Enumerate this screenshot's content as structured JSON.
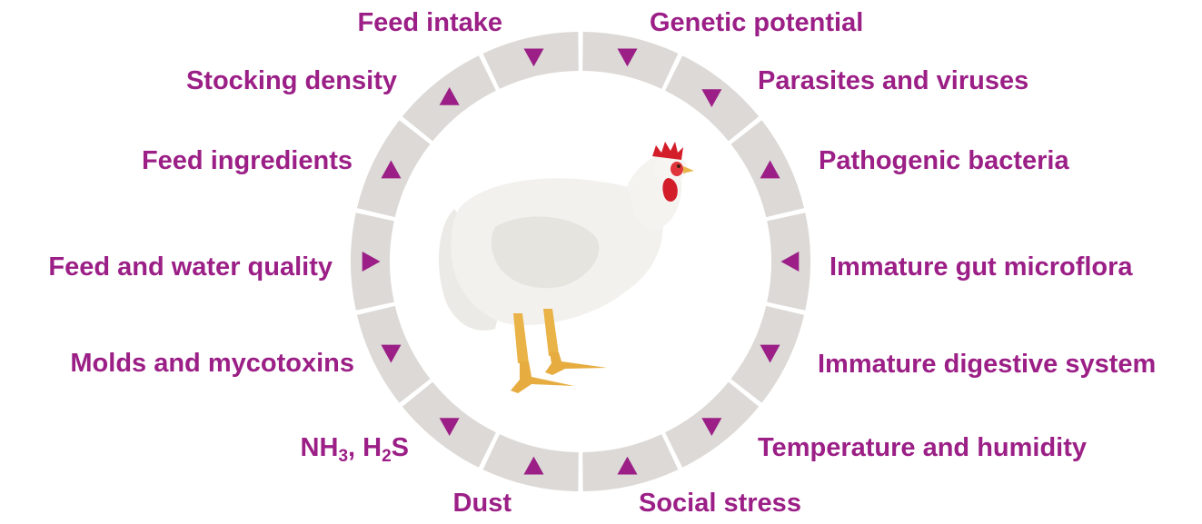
{
  "colors": {
    "label": "#9b1f86",
    "arrow": "#9b1f86",
    "ring": "#dcd9d6",
    "ring_gap": "#ffffff"
  },
  "image": {
    "subject": "white broiler chicken"
  },
  "factors": [
    {
      "id": "feed-intake",
      "text": "Feed intake"
    },
    {
      "id": "genetic-potential",
      "text": "Genetic potential"
    },
    {
      "id": "parasites-viruses",
      "text": "Parasites and viruses"
    },
    {
      "id": "pathogenic-bacteria",
      "text": "Pathogenic bacteria"
    },
    {
      "id": "immature-gut",
      "text": "Immature gut microflora"
    },
    {
      "id": "immature-digestive",
      "text": "Immature digestive system"
    },
    {
      "id": "temperature-humidity",
      "text": "Temperature and humidity"
    },
    {
      "id": "social-stress",
      "text": "Social stress"
    },
    {
      "id": "dust",
      "text": "Dust"
    },
    {
      "id": "nh3-h2s",
      "main": "NH",
      "sub1": "3",
      "mid": ", H",
      "sub2": "2",
      "tail": "S"
    },
    {
      "id": "molds-mycotoxins",
      "text": "Molds and mycotoxins"
    },
    {
      "id": "feed-water",
      "text": "Feed and water quality"
    },
    {
      "id": "feed-ingredients",
      "text": "Feed ingredients"
    },
    {
      "id": "stocking-density",
      "text": "Stocking density"
    }
  ],
  "arrows": [
    {
      "name": "feed-intake-arrow",
      "dir": "down"
    },
    {
      "name": "genetic-potential-arrow",
      "dir": "down"
    },
    {
      "name": "parasites-viruses-arrow",
      "dir": "down"
    },
    {
      "name": "pathogenic-bacteria-arrow",
      "dir": "up"
    },
    {
      "name": "immature-gut-arrow",
      "dir": "left"
    },
    {
      "name": "immature-digestive-arrow",
      "dir": "down"
    },
    {
      "name": "temperature-humidity-arrow",
      "dir": "down"
    },
    {
      "name": "social-stress-arrow",
      "dir": "up"
    },
    {
      "name": "dust-arrow",
      "dir": "up"
    },
    {
      "name": "nh3-h2s-arrow",
      "dir": "down"
    },
    {
      "name": "molds-mycotoxins-arrow",
      "dir": "down"
    },
    {
      "name": "feed-water-arrow",
      "dir": "right"
    },
    {
      "name": "feed-ingredients-arrow",
      "dir": "up"
    },
    {
      "name": "stocking-density-arrow",
      "dir": "up"
    }
  ]
}
